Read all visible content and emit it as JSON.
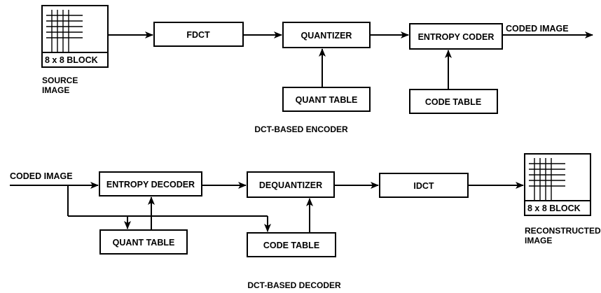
{
  "encoder": {
    "source_block_label": "8 x 8 BLOCK",
    "source_caption": [
      "SOURCE",
      "IMAGE"
    ],
    "fdct": "FDCT",
    "quantizer": "QUANTIZER",
    "entropy_coder": "ENTROPY CODER",
    "quant_table": "QUANT TABLE",
    "code_table": "CODE TABLE",
    "output_label": "CODED IMAGE",
    "title": "DCT-BASED ENCODER"
  },
  "decoder": {
    "input_label": "CODED IMAGE",
    "entropy_decoder": "ENTROPY DECODER",
    "dequantizer": "DEQUANTIZER",
    "idct": "IDCT",
    "quant_table": "QUANT TABLE",
    "code_table": "CODE TABLE",
    "recon_block_label": "8 x 8 BLOCK",
    "recon_caption": [
      "RECONSTRUCTED",
      "IMAGE"
    ],
    "title": "DCT-BASED DECODER"
  }
}
